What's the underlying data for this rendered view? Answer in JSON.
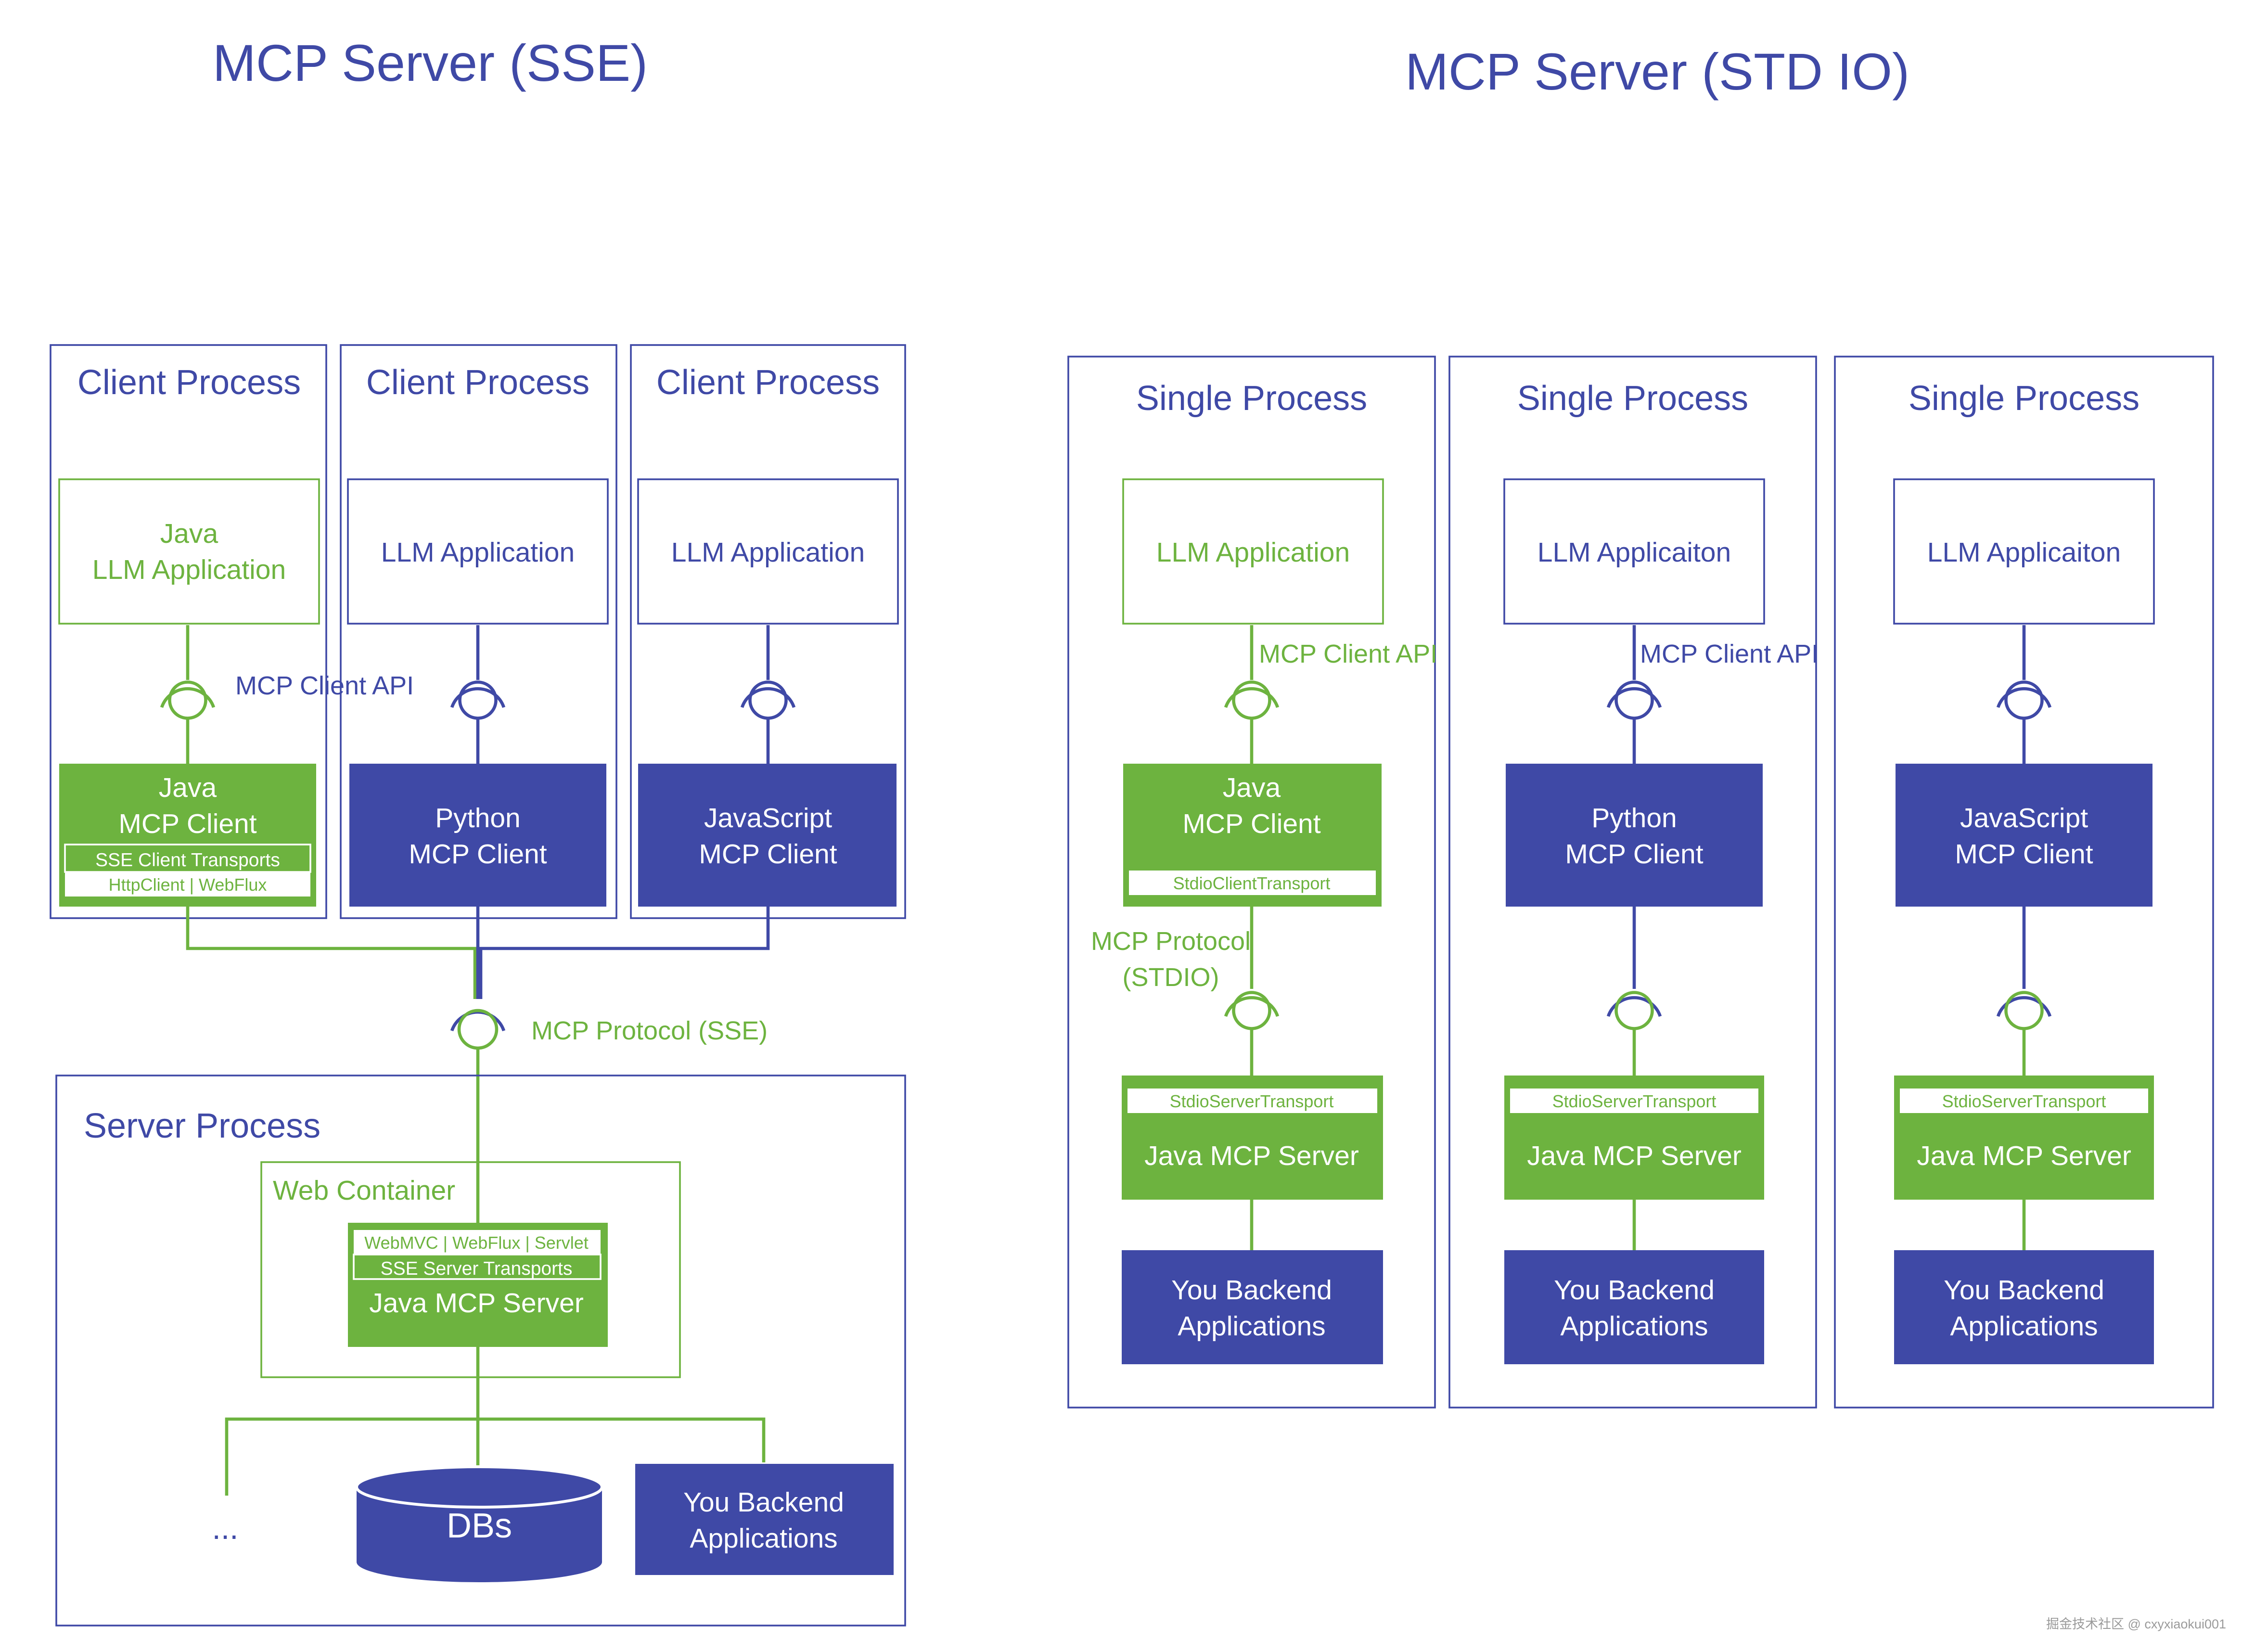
{
  "colors": {
    "blue": "#3f49a6",
    "green": "#6db33f",
    "white": "#ffffff"
  },
  "sse": {
    "title": "MCP Server (SSE)",
    "client_processes": [
      {
        "label": "Client Process",
        "app_line1": "Java",
        "app_line2": "LLM Application",
        "client_line1": "Java",
        "client_line2": "MCP Client",
        "transport": "SSE Client Transports",
        "transport_impl": "HttpClient | WebFlux"
      },
      {
        "label": "Client Process",
        "app": "LLM Application",
        "client_line1": "Python",
        "client_line2": "MCP Client"
      },
      {
        "label": "Client Process",
        "app": "LLM Application",
        "client_line1": "JavaScript",
        "client_line2": "MCP Client"
      }
    ],
    "client_api_label": "MCP Client API",
    "protocol_label": "MCP Protocol (SSE)",
    "server_process": {
      "label": "Server Process",
      "web_container": "Web Container",
      "server_impl": "WebMVC | WebFlux | Servlet",
      "server_transport": "SSE Server Transports",
      "server_name": "Java MCP Server",
      "ellipsis": "...",
      "db": "DBs",
      "backend_line1": "You Backend",
      "backend_line2": "Applications"
    }
  },
  "stdio": {
    "title": "MCP Server (STD IO)",
    "processes": [
      {
        "label": "Single Process",
        "app": "LLM Application",
        "api_label": "MCP Client API",
        "client_line1": "Java",
        "client_line2": "MCP Client",
        "client_transport": "StdioClientTransport",
        "protocol_line1": "MCP Protocol",
        "protocol_line2": "(STDIO)",
        "server_transport": "StdioServerTransport",
        "server_name": "Java MCP Server",
        "backend_line1": "You Backend",
        "backend_line2": "Applications"
      },
      {
        "label": "Single Process",
        "app": "LLM Applicaiton",
        "api_label": "MCP Client API",
        "client_line1": "Python",
        "client_line2": "MCP Client",
        "server_transport": "StdioServerTransport",
        "server_name": "Java MCP Server",
        "backend_line1": "You Backend",
        "backend_line2": "Applications"
      },
      {
        "label": "Single Process",
        "app": "LLM Applicaiton",
        "client_line1": "JavaScript",
        "client_line2": "MCP Client",
        "server_transport": "StdioServerTransport",
        "server_name": "Java MCP Server",
        "backend_line1": "You Backend",
        "backend_line2": "Applications"
      }
    ]
  },
  "watermark": "掘金技术社区 @ cxyxiaokui001"
}
